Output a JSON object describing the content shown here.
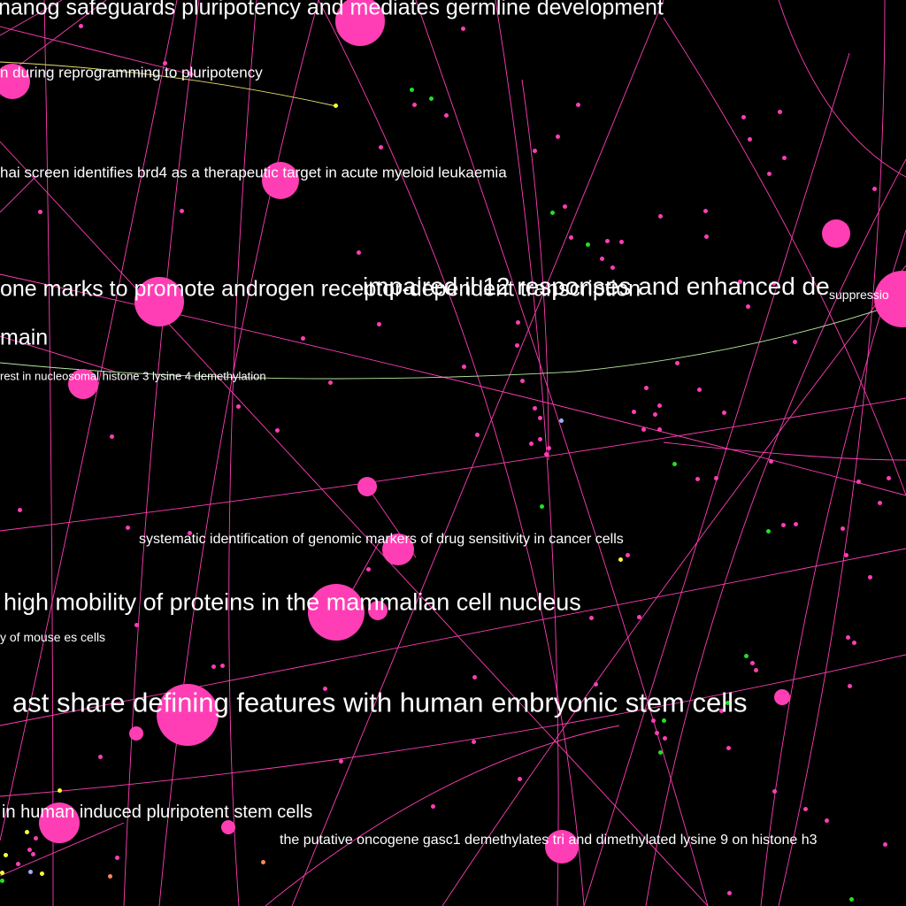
{
  "colors": {
    "background": "#000000",
    "node": "#ff3eb5",
    "edge": "#ff3eb5",
    "edge_yellow": "#e8e070",
    "edge_green": "#b8e8a0",
    "dot_green": "#22e022",
    "dot_yellow": "#ffff33",
    "dot_lavender": "#a9a9ff",
    "label": "#ffffff"
  },
  "papers": [
    {
      "id": "nanog",
      "title": "nanog safeguards pluripotency and mediates germline development"
    },
    {
      "id": "reprogramming",
      "title": "n during reprogramming to pluripotency"
    },
    {
      "id": "brd4",
      "title": "hai screen identifies brd4 as a therapeutic target in acute myeloid leukaemia"
    },
    {
      "id": "androgen",
      "title": "one marks to promote androgen receptor-dependent transcription"
    },
    {
      "id": "il12",
      "title": "impaired il 12 responses and enhanced de"
    },
    {
      "id": "suppression",
      "title": "suppressio"
    },
    {
      "id": "domain",
      "title": "main"
    },
    {
      "id": "histone3",
      "title": "rest in nucleosomal histone 3 lysine 4 demethylation"
    },
    {
      "id": "genomic",
      "title": "systematic identification of genomic markers of drug sensitivity in cancer cells"
    },
    {
      "id": "mobility",
      "title": "high mobility of proteins in the mammalian cell nucleus"
    },
    {
      "id": "mouse_es",
      "title": "y of mouse es cells"
    },
    {
      "id": "embryonic",
      "title": "ast share defining features with human embryonic stem cells"
    },
    {
      "id": "ipsc",
      "title": "in human induced pluripotent stem cells"
    },
    {
      "id": "gasc1",
      "title": "the putative oncogene gasc1 demethylates tri and dimethylated lysine 9 on histone h3"
    }
  ]
}
